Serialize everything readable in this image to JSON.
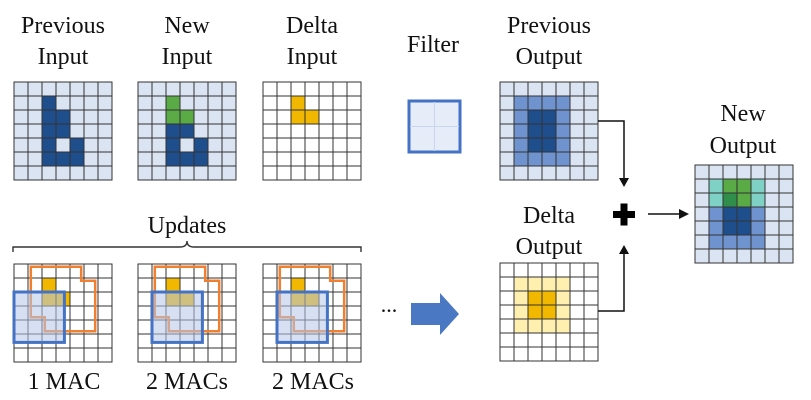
{
  "labels": {
    "previous_input": [
      "Previous",
      "Input"
    ],
    "new_input": [
      "New",
      "Input"
    ],
    "delta_input": [
      "Delta",
      "Input"
    ],
    "filter": "Filter",
    "previous_output": [
      "Previous",
      "Output"
    ],
    "delta_output": [
      "Delta",
      "Output"
    ],
    "new_output": [
      "New",
      "Output"
    ],
    "updates": "Updates",
    "update_captions": [
      "1 MAC",
      "2 MACs",
      "2 MACs"
    ],
    "ellipsis": "...",
    "plus": "+"
  },
  "colors": {
    "light_blue": "#dbe4f3",
    "dark_blue": "#1f4e8c",
    "mid_blue": "#6f93cf",
    "green": "#5aaa46",
    "orange_yellow": "#f2b800",
    "pale_yellow": "#fff0b0",
    "orange_border": "#f08030",
    "filter_blue": "#4472c4",
    "arrow_blue": "#4a78c2",
    "white": "#ffffff"
  },
  "grids": {
    "previous_input": [
      "LLLLLLL",
      "LLDLLLL",
      "LLDDLLL",
      "LLDDLLL",
      "LLDLDLL",
      "LLDDDLL",
      "LLLLLLL"
    ],
    "new_input": [
      "LLLLLLL",
      "LLGLLLL",
      "LLGGLLL",
      "LLDDLLL",
      "LLDLDLL",
      "LLDDDLL",
      "LLLLLLL"
    ],
    "delta_input": [
      "WWWWWWW",
      "WWYWWWW",
      "WWYYWWW",
      "WWWWWWW",
      "WWWWWWW",
      "WWWWWWW",
      "WWWWWWW"
    ],
    "previous_output": [
      "LLLLLLL",
      "LMMMMLL",
      "LMDDMLL",
      "LMDDMLL",
      "LMDDMLL",
      "LMMMMLL",
      "LLLLLLL"
    ],
    "delta_output": [
      "WWWWWWW",
      "WPPPPWW",
      "WPYYPWW",
      "WPYYPWW",
      "WPPPPWW",
      "WWWWWWW",
      "WWWWWWW"
    ],
    "new_output": [
      "LLLLLLL",
      "LTGGTLL",
      "LTgGTLL",
      "LMDDMLL",
      "LMDDMLL",
      "LMMMMLL",
      "LLLLLLL"
    ],
    "update": [
      "WWWWWWW",
      "WWYWWWW",
      "WWYYWWW",
      "WWWWWWW",
      "WWWWWWW",
      "WWWWWWW",
      "WWWWWWW"
    ]
  }
}
